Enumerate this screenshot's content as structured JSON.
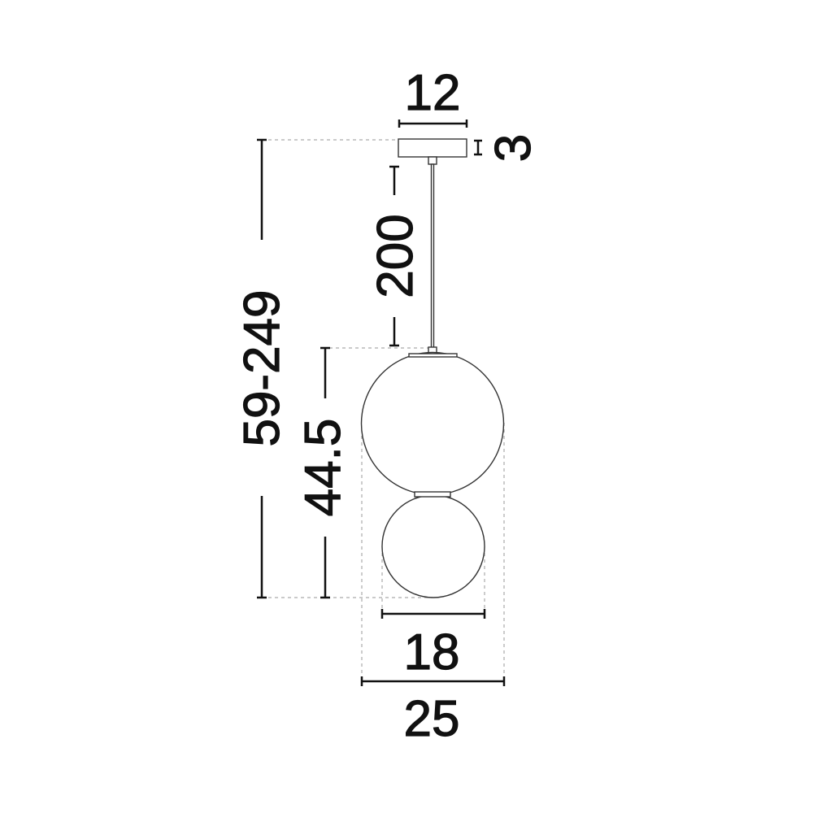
{
  "dimensions": {
    "canopy_width": "12",
    "canopy_height": "3",
    "cable_length": "200",
    "total_height": "59-249",
    "shade_height": "44.5",
    "small_globe_diameter": "18",
    "large_globe_diameter": "25"
  }
}
